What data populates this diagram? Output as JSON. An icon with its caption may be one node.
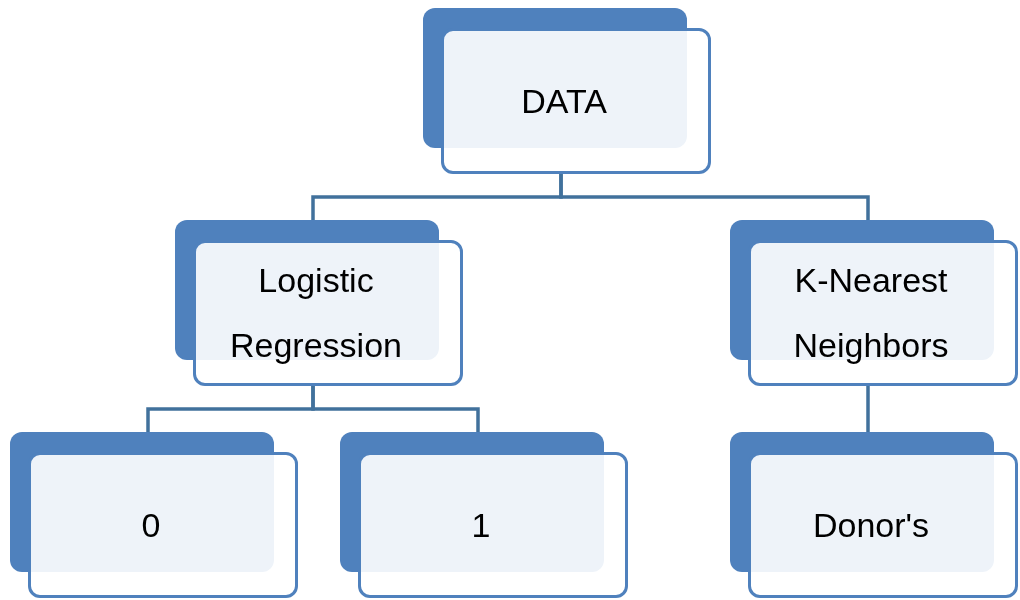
{
  "diagram": {
    "nodes": [
      {
        "text": [
          "DATA"
        ]
      },
      {
        "text": [
          "Logistic Regression"
        ]
      },
      {
        "text": [
          "K-Nearest Neighbors"
        ]
      },
      {
        "text": [
          "0"
        ]
      },
      {
        "text": [
          "1"
        ]
      },
      {
        "text": [
          "Donor's"
        ]
      }
    ],
    "edges": [
      {
        "from": 0,
        "to": 1,
        "arrow": "none"
      },
      {
        "from": 0,
        "to": 2,
        "arrow": "none"
      },
      {
        "from": 1,
        "to": 3,
        "arrow": "none"
      },
      {
        "from": 1,
        "to": 4,
        "arrow": "none"
      },
      {
        "from": 2,
        "to": 5,
        "arrow": "none"
      }
    ]
  }
}
